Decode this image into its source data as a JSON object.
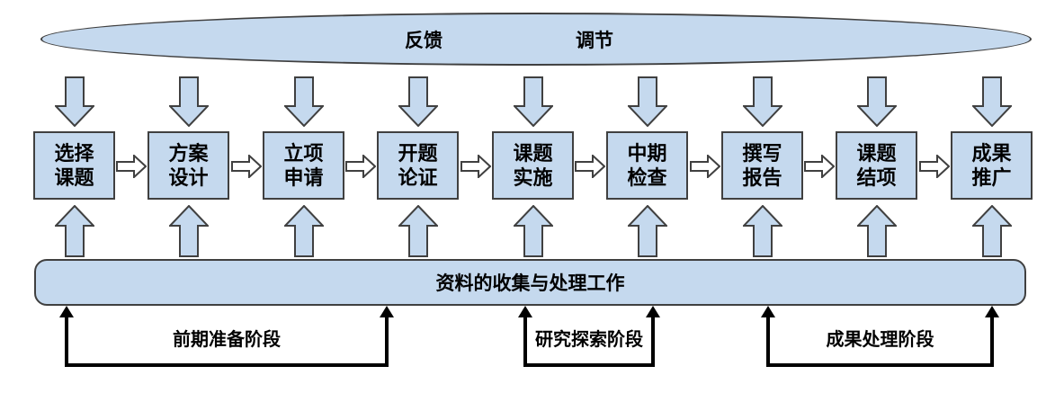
{
  "ellipse": {
    "labels": [
      "反馈",
      "调节"
    ]
  },
  "steps": [
    {
      "label": "选择\n课题"
    },
    {
      "label": "方案\n设计"
    },
    {
      "label": "立项\n申请"
    },
    {
      "label": "开题\n论证"
    },
    {
      "label": "课题\n实施"
    },
    {
      "label": "中期\n检查"
    },
    {
      "label": "撰写\n报告"
    },
    {
      "label": "课题\n结项"
    },
    {
      "label": "成果\n推广"
    }
  ],
  "collection_bar": {
    "label": "资料的收集与处理工作"
  },
  "phases": [
    {
      "label": "前期准备阶段"
    },
    {
      "label": "研究探索阶段"
    },
    {
      "label": "成果处理阶段"
    }
  ],
  "colors": {
    "shape_fill": "#c5d9ee",
    "shape_outline": "#404040",
    "horizontal_arrow_fill": "#ffffff",
    "bracket_line": "#000000"
  }
}
